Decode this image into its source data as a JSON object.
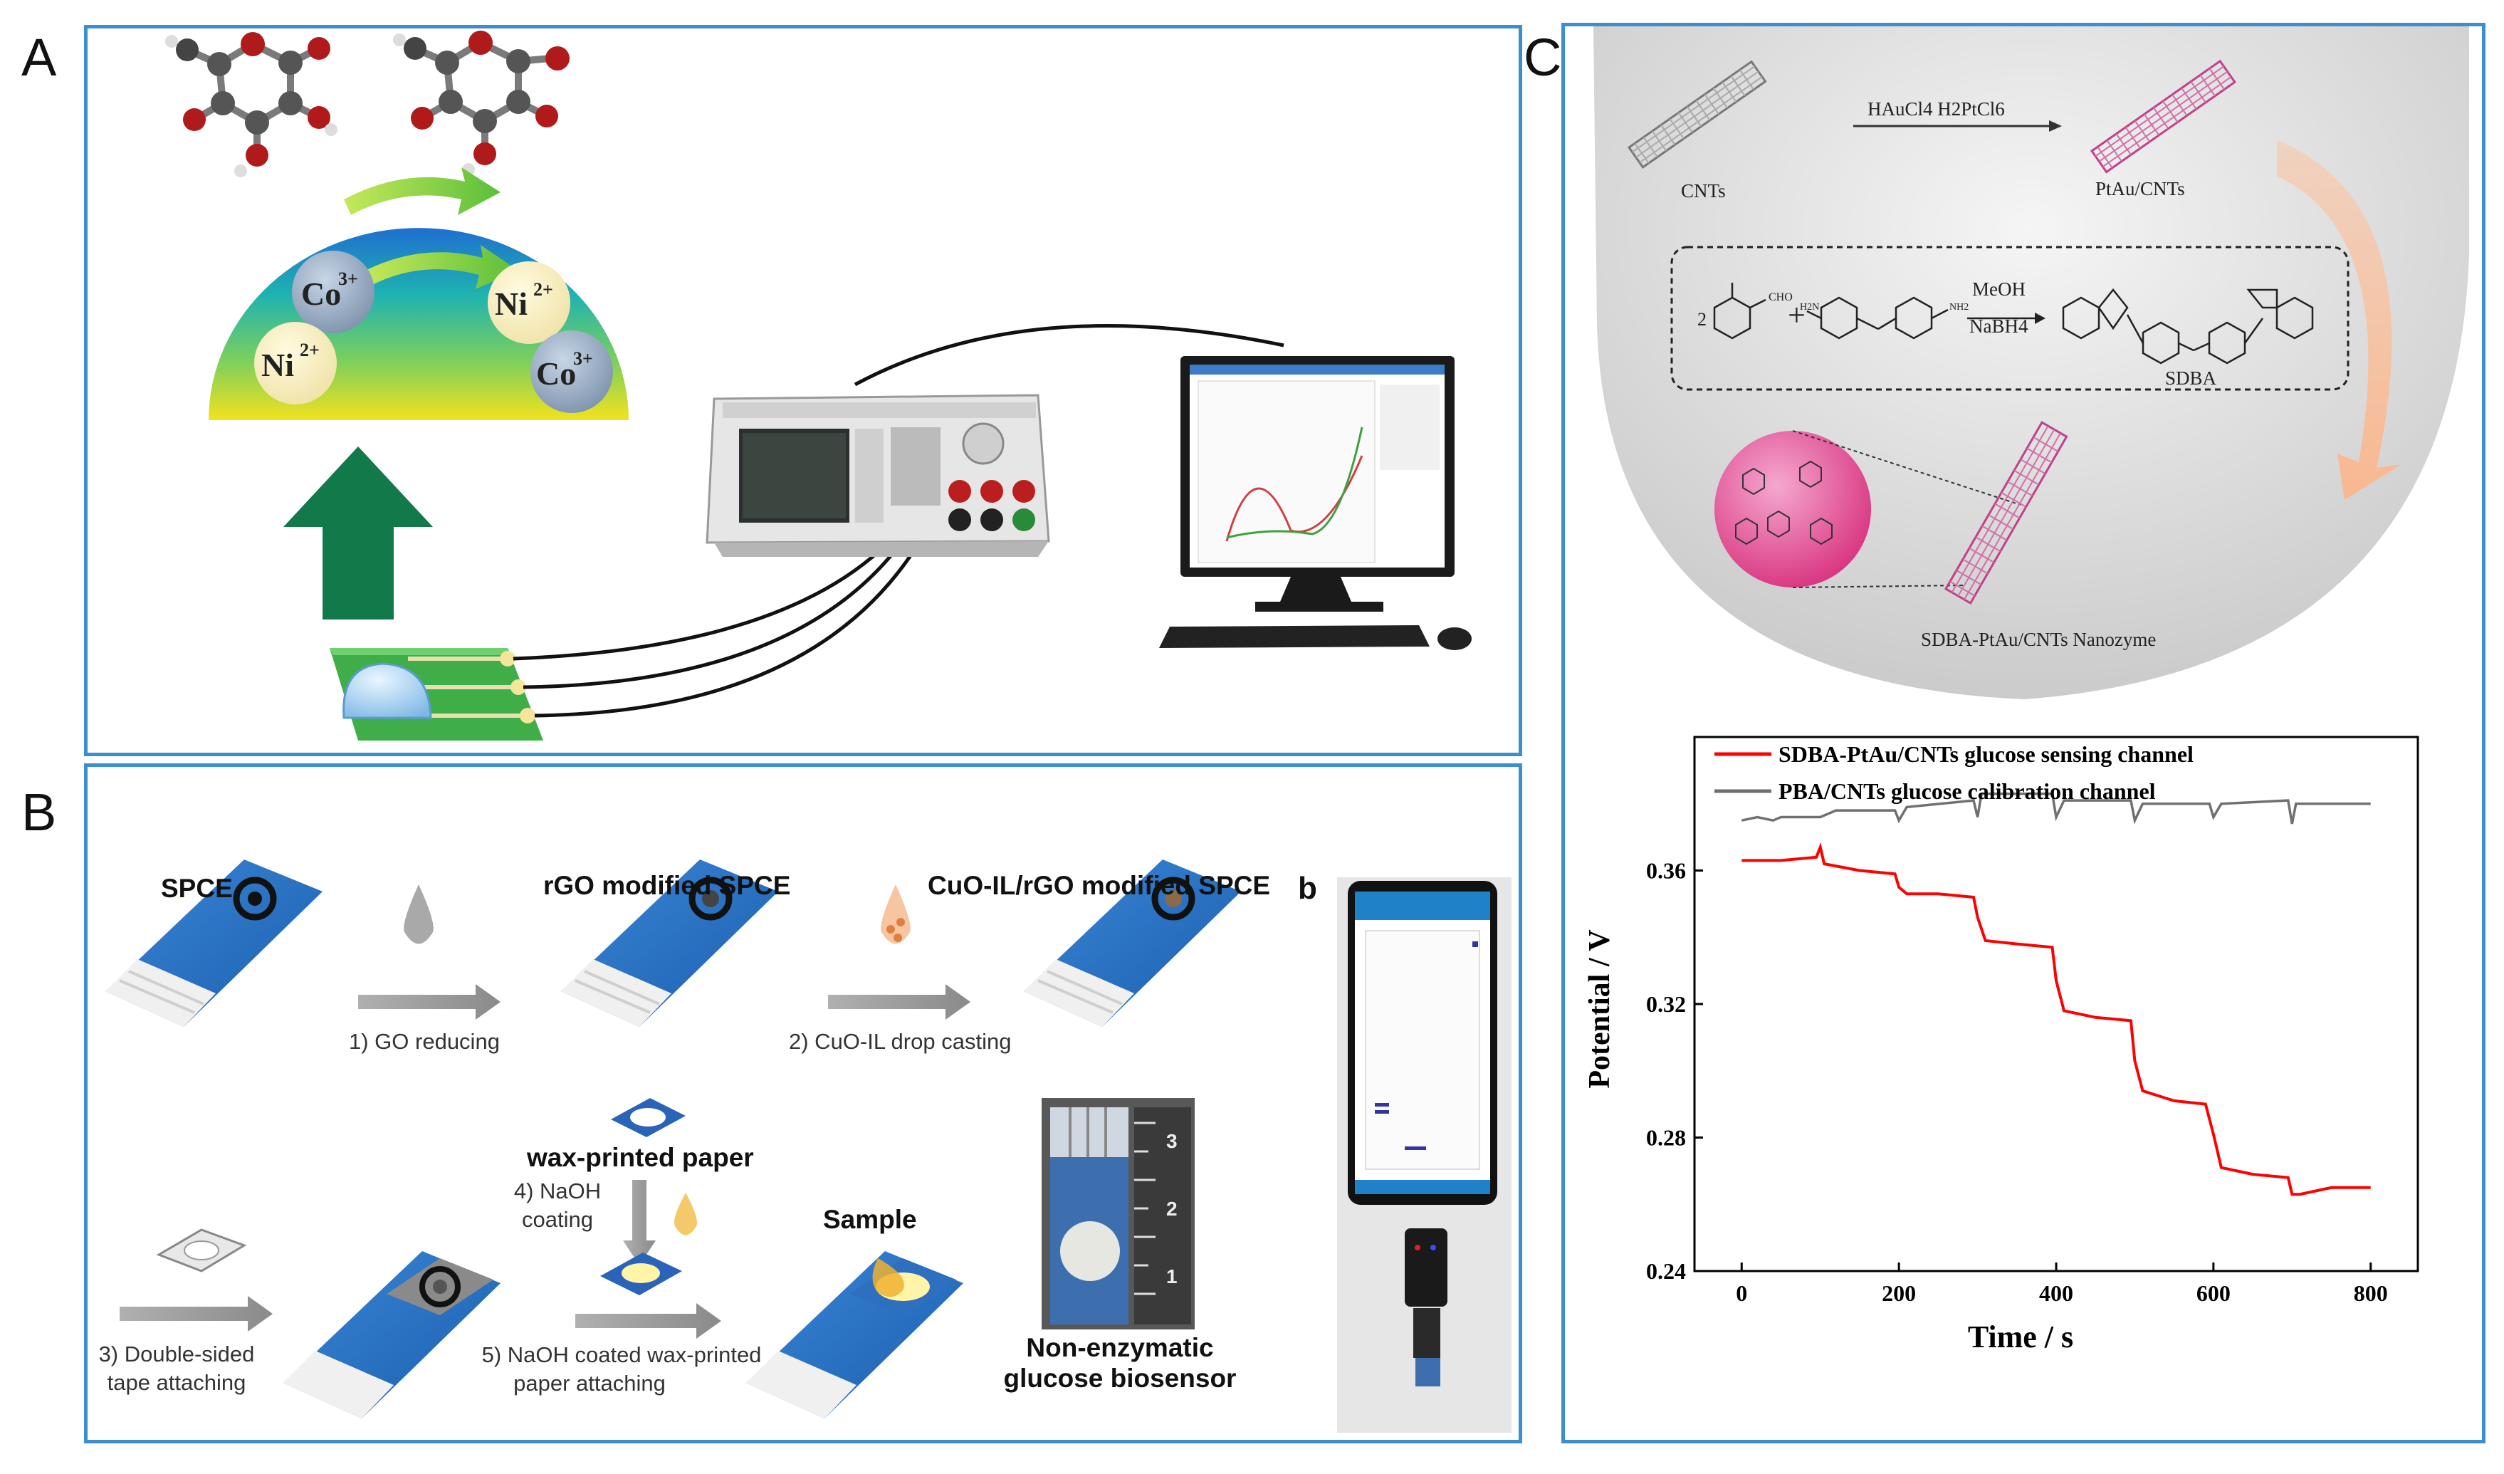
{
  "panel_labels": {
    "a": "A",
    "b": "B",
    "c": "C"
  },
  "panelA": {
    "ions": {
      "co_top": "Co",
      "ni_right": "Ni",
      "ni_left": "Ni",
      "co_right": "Co",
      "co_charge": "3+",
      "ni_charge": "2+"
    }
  },
  "panelB": {
    "spce": "SPCE",
    "rgo": "rGO modified SPCE",
    "cuo": "CuO-IL/rGO modified SPCE",
    "sub_b": "b",
    "step1": "1) GO reducing",
    "step2": "2) CuO-IL drop casting",
    "step3": [
      "3) Double-sided",
      "tape attaching"
    ],
    "wax": "wax-printed paper",
    "step4": [
      "4) NaOH",
      "coating"
    ],
    "step5": [
      "5) NaOH coated wax-printed",
      "paper attaching"
    ],
    "sample": "Sample",
    "sensor": [
      "Non-enzymatic",
      "glucose biosensor"
    ],
    "ruler": [
      "3",
      "2",
      "1"
    ]
  },
  "panelC": {
    "cnts": "CNTs",
    "reagents": "HAuCl4  H2PtCl6",
    "ptau": "PtAu/CNTs",
    "meoh": "MeOH",
    "nabh4": "NaBH4",
    "sdba": "SDBA",
    "nanozyme": "SDBA-PtAu/CNTs Nanozyme",
    "coef": "2",
    "cho": "CHO",
    "h2n": "H2N",
    "nh2": "NH2",
    "plus": "+"
  },
  "chart_data": {
    "type": "line",
    "xlabel": "Time / s",
    "ylabel": "Potential / V",
    "xlim": [
      -60,
      860
    ],
    "ylim": [
      0.24,
      0.4
    ],
    "xticks": [
      0,
      200,
      400,
      600,
      800
    ],
    "yticks": [
      0.24,
      0.28,
      0.32,
      0.36
    ],
    "legend_position": "top-left",
    "series": [
      {
        "name": "SDBA-PtAu/CNTs glucose sensing channel",
        "color": "#ff0000",
        "x": [
          0,
          50,
          95,
          100,
          105,
          150,
          195,
          200,
          210,
          250,
          295,
          300,
          310,
          350,
          395,
          400,
          410,
          450,
          495,
          500,
          510,
          550,
          590,
          600,
          610,
          650,
          695,
          700,
          710,
          750,
          800
        ],
        "y": [
          0.363,
          0.363,
          0.364,
          0.367,
          0.362,
          0.36,
          0.359,
          0.355,
          0.353,
          0.353,
          0.352,
          0.346,
          0.339,
          0.338,
          0.337,
          0.327,
          0.318,
          0.316,
          0.315,
          0.303,
          0.294,
          0.291,
          0.29,
          0.281,
          0.271,
          0.269,
          0.268,
          0.263,
          0.263,
          0.265,
          0.265
        ]
      },
      {
        "name": "PBA/CNTs glucose calibration channel",
        "color": "#707070",
        "x": [
          0,
          20,
          40,
          50,
          100,
          120,
          195,
          200,
          210,
          295,
          300,
          305,
          395,
          400,
          410,
          495,
          500,
          510,
          595,
          600,
          610,
          695,
          700,
          705,
          800
        ],
        "y": [
          0.375,
          0.376,
          0.375,
          0.376,
          0.376,
          0.378,
          0.378,
          0.375,
          0.379,
          0.381,
          0.376,
          0.383,
          0.383,
          0.376,
          0.381,
          0.381,
          0.375,
          0.38,
          0.38,
          0.376,
          0.38,
          0.381,
          0.374,
          0.38,
          0.38
        ]
      }
    ]
  }
}
